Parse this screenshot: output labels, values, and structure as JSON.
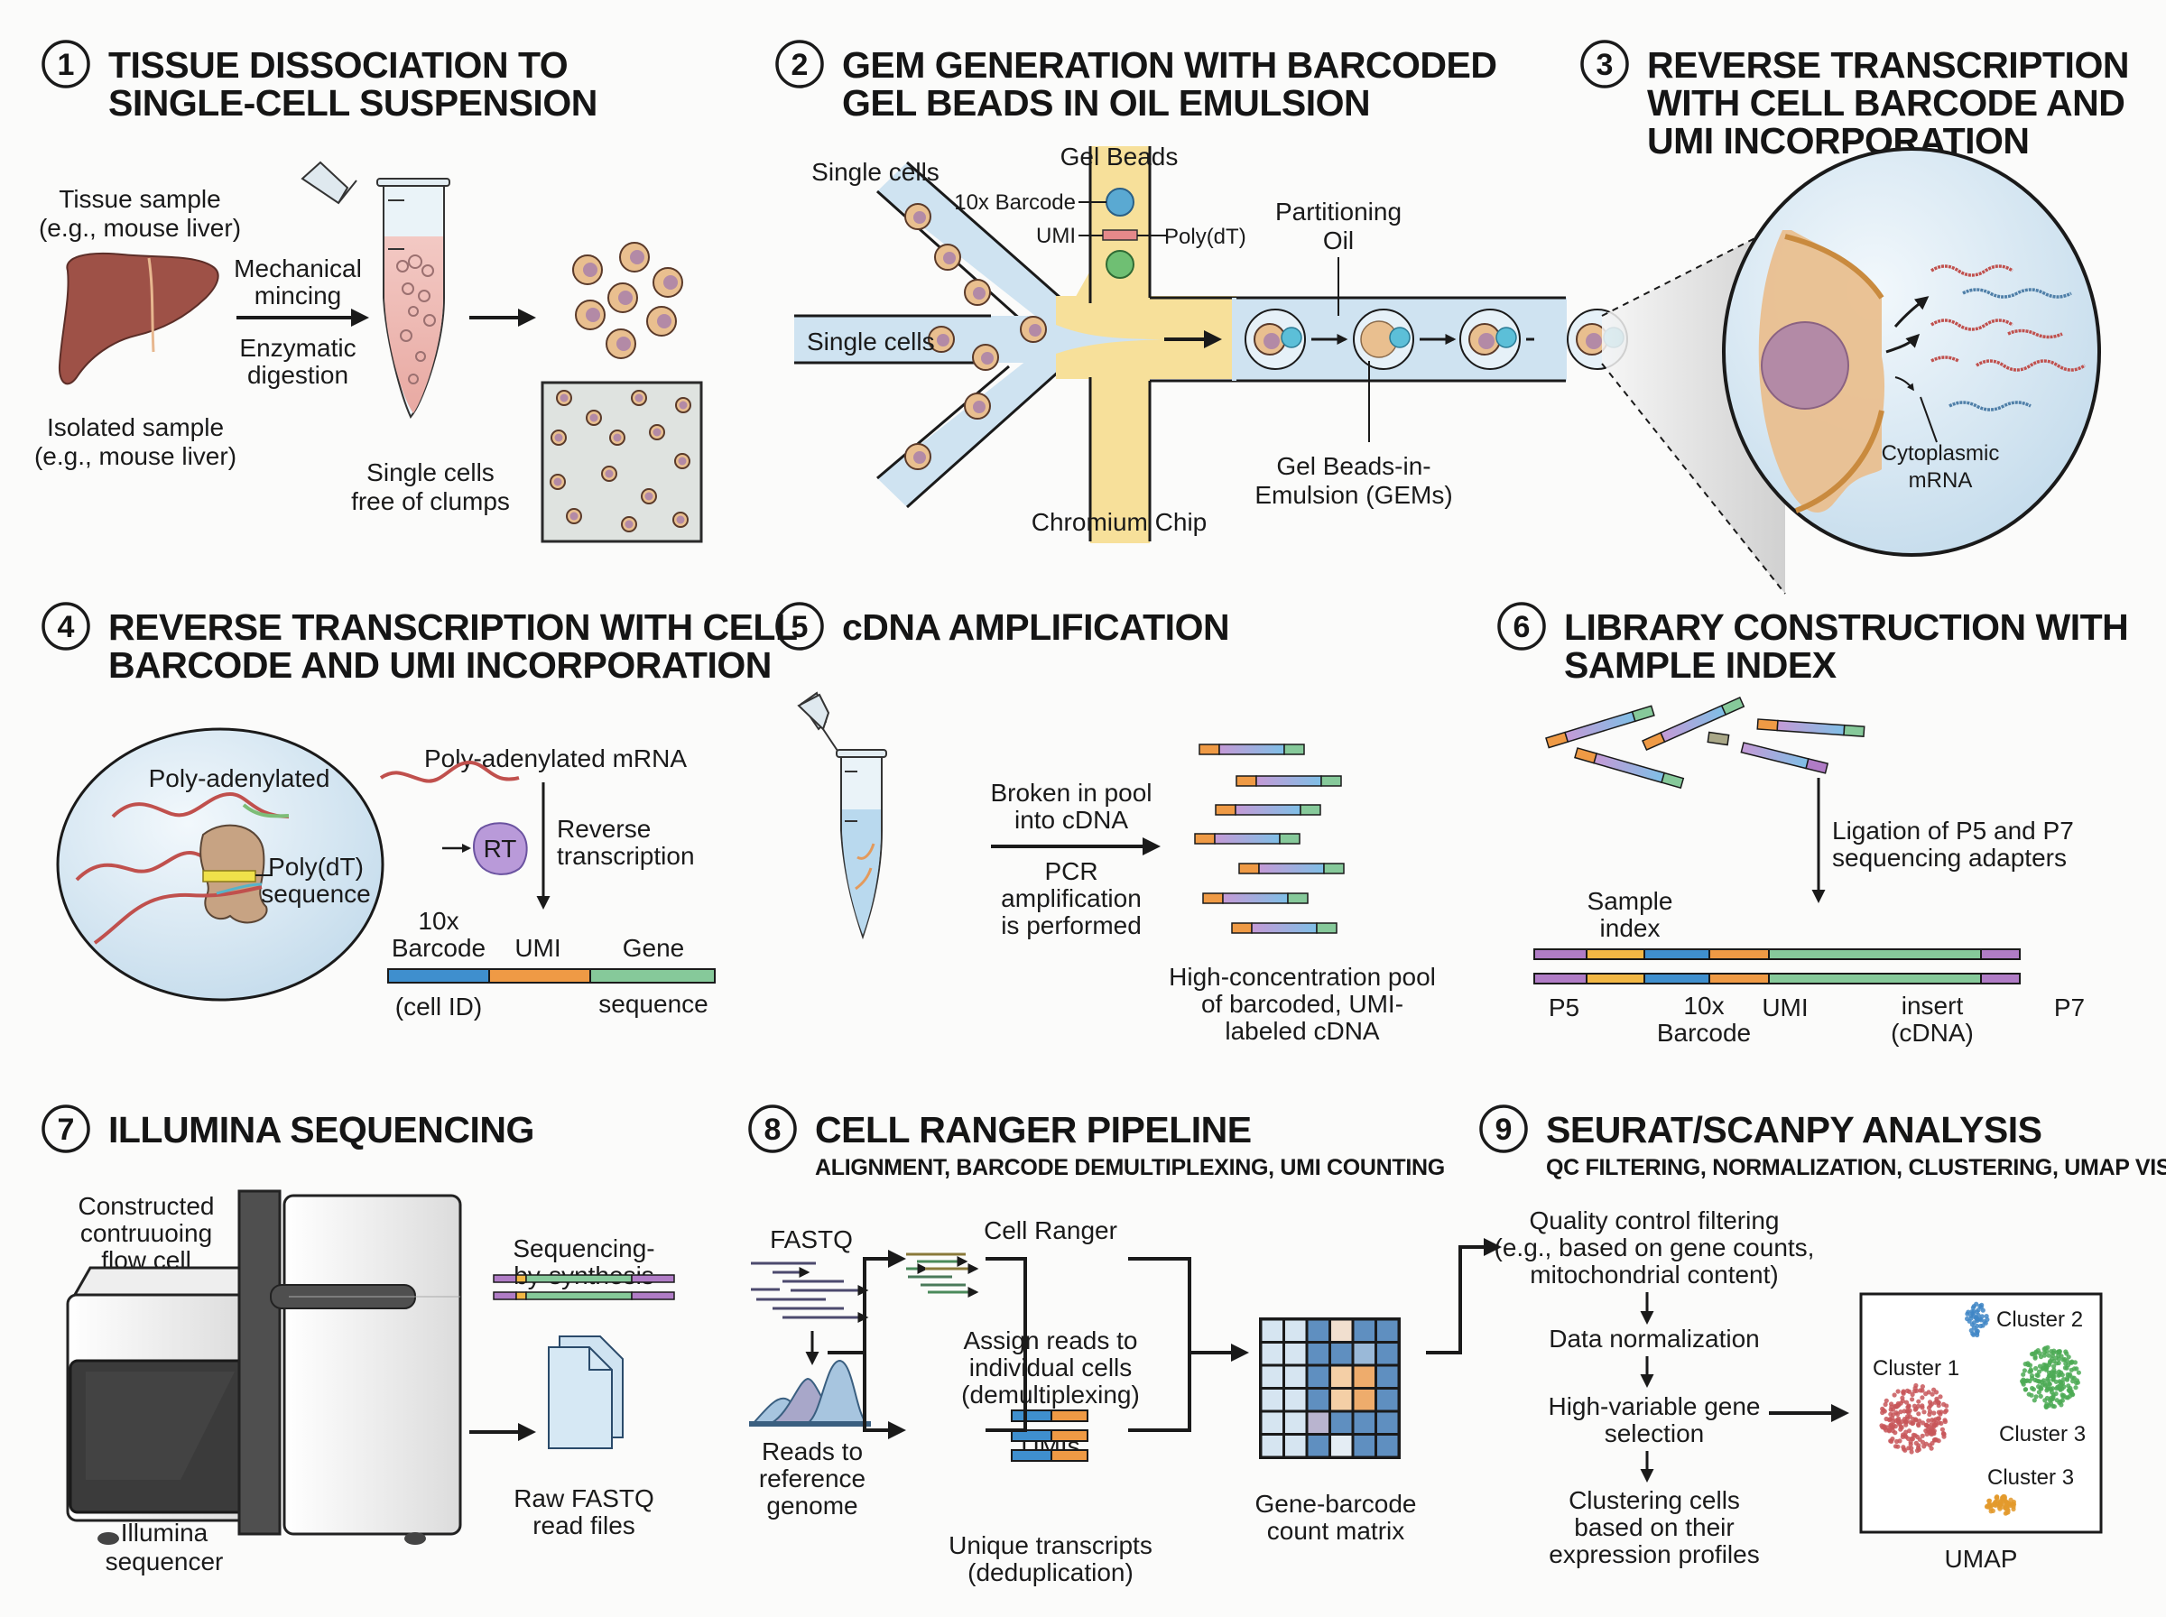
{
  "colors": {
    "background": "#fbfbfa",
    "ink": "#1a1a1a",
    "cell_body": "#e9bf8f",
    "cell_nucleus": "#b38aa6",
    "channel_blue": "#cfe3f1",
    "oil_yellow": "#f7e09a",
    "barcode_blue": "#3f8fce",
    "umi_orange": "#ef9a45",
    "gene_green": "#86c99a",
    "adapter_purple": "#b07cc6",
    "index_yellow": "#f2b744",
    "mrna_red": "#c0504d",
    "mrna_blue": "#4f7fa8",
    "liver": "#9e5147",
    "cluster1": "#c8575a",
    "cluster2": "#3f86c6",
    "cluster3_green": "#4caa55",
    "cluster3_orange": "#e39a2d"
  },
  "sections": [
    {
      "number": "1",
      "title_lines": [
        "TISSUE DISSOCIATION TO",
        "SINGLE-CELL SUSPENSION"
      ],
      "labels": {
        "tissue_sample": [
          "Tissue sample",
          "(e.g., mouse liver)"
        ],
        "isolated_sample": [
          "Isolated sample",
          "(e.g., mouse liver)"
        ],
        "step_top": [
          "Mechanical",
          "mincing"
        ],
        "step_bottom": [
          "Enzymatic",
          "digestion"
        ],
        "result": [
          "Single cells",
          "free of clumps"
        ]
      },
      "icons": [
        "liver-icon",
        "microcentrifuge-tube-icon",
        "cell-icon",
        "microscope-slide-icon"
      ]
    },
    {
      "number": "2",
      "title_lines": [
        "GEM GENERATION WITH BARCODED",
        "GEL BEADS IN OIL EMULSION"
      ],
      "labels": {
        "single_cells_top": "Single cells",
        "single_cells_mid": "Single cells",
        "gel_beads": "Gel Beads",
        "barcode": "10x Barcode",
        "umi": "UMI",
        "polydt": "Poly(dT)",
        "partitioning_oil": [
          "Partitioning",
          "Oil"
        ],
        "gems": [
          "Gel Beads-in-",
          "Emulsion (GEMs)"
        ],
        "chip": "Chromium Chip"
      }
    },
    {
      "number": "3",
      "title_lines": [
        "REVERSE TRANSCRIPTION",
        "WITH CELL BARCODE AND",
        "UMI INCORPORATION"
      ],
      "labels": {
        "cytoplasmic_mrna": [
          "Cytoplasmic",
          "mRNA"
        ]
      }
    },
    {
      "number": "4",
      "title_lines": [
        "REVERSE TRANSCRIPTION WITH CELL",
        "BARCODE AND UMI INCORPORATION"
      ],
      "labels": {
        "poly_adenylated": "Poly-adenylated",
        "polydt_sequence": [
          "Poly(dT)",
          "sequence"
        ],
        "poly_adenylated_mrna": "Poly-adenylated mRNA",
        "rt": "RT",
        "reverse_transcription": [
          "Reverse",
          "transcription"
        ],
        "barcode": [
          "10x",
          "Barcode"
        ],
        "umi": "UMI",
        "gene": "Gene",
        "cell_id": "(cell ID)",
        "sequence": "sequence"
      }
    },
    {
      "number": "5",
      "title_lines": [
        "cDNA AMPLIFICATION"
      ],
      "labels": {
        "step_top": [
          "Broken in pool",
          "into cDNA"
        ],
        "step_bottom": [
          "PCR",
          "amplification",
          "is performed"
        ],
        "result": [
          "High-concentration pool",
          "of barcoded, UMI-",
          "labeled cDNA"
        ]
      }
    },
    {
      "number": "6",
      "title_lines": [
        "LIBRARY CONSTRUCTION WITH",
        "SAMPLE INDEX"
      ],
      "labels": {
        "ligation": [
          "Ligation of P5 and P7",
          "sequencing adapters"
        ],
        "sample_index": [
          "Sample",
          "index"
        ],
        "p5": "P5",
        "barcode": [
          "10x",
          "Barcode"
        ],
        "umi": "UMI",
        "insert": [
          "insert",
          "(cDNA)"
        ],
        "p7": "P7"
      }
    },
    {
      "number": "7",
      "title_lines": [
        "ILLUMINA SEQUENCING"
      ],
      "labels": {
        "flow_cell": [
          "Constructed",
          "contruuoing",
          "flow cell"
        ],
        "sequencer": [
          "Illumina",
          "sequencer"
        ],
        "sbs": [
          "Sequencing-",
          "by-synthesis"
        ],
        "fastq_files": [
          "Raw FASTQ",
          "read files"
        ]
      }
    },
    {
      "number": "8",
      "title_lines": [
        "CELL RANGER PIPELINE"
      ],
      "subtitle": "ALIGNMENT, BARCODE DEMULTIPLEXING, UMI COUNTING",
      "labels": {
        "fastq": "FASTQ",
        "reads_to_reference": [
          "Reads to",
          "reference",
          "genome"
        ],
        "cell_ranger": "Cell Ranger",
        "assign_reads": [
          "Assign reads to",
          "individual cells",
          "(demultiplexing)"
        ],
        "umis": "UMIs",
        "unique_transcripts": [
          "Unique transcripts",
          "(deduplication)"
        ],
        "count_matrix": [
          "Gene-barcode",
          "count matrix"
        ]
      },
      "matrix_levels": [
        [
          "light",
          "light",
          "blue",
          "peach-light",
          "blue",
          "blue"
        ],
        [
          "light",
          "light",
          "blue",
          "blue",
          "mid",
          "blue"
        ],
        [
          "light",
          "light",
          "blue",
          "peach",
          "orange",
          "blue"
        ],
        [
          "light",
          "light",
          "blue",
          "peach",
          "orange",
          "blue"
        ],
        [
          "light",
          "light",
          "lavender",
          "blue",
          "blue",
          "blue"
        ],
        [
          "light",
          "light",
          "blue",
          "pale",
          "blue",
          "blue"
        ]
      ]
    },
    {
      "number": "9",
      "title_lines": [
        "SEURAT/SCANPY ANALYSIS"
      ],
      "subtitle": "QC FILTERING, NORMALIZATION, CLUSTERING, UMAP VISUALIZATION",
      "labels": {
        "qc": [
          "Quality control filtering",
          "(e.g., based on gene counts,",
          "mitochondrial content)"
        ],
        "normalization": "Data normalization",
        "hvg": [
          "High-variable gene",
          "selection"
        ],
        "clustering": [
          "Clustering cells",
          "based on their",
          "expression profiles"
        ],
        "umap": "UMAP",
        "clusters": [
          {
            "name": "Cluster 1",
            "color": "#c8575a"
          },
          {
            "name": "Cluster 2",
            "color": "#3f86c6"
          },
          {
            "name": "Cluster 3",
            "color": "#4caa55"
          },
          {
            "name": "Cluster 3",
            "color": "#e39a2d"
          }
        ]
      }
    }
  ]
}
